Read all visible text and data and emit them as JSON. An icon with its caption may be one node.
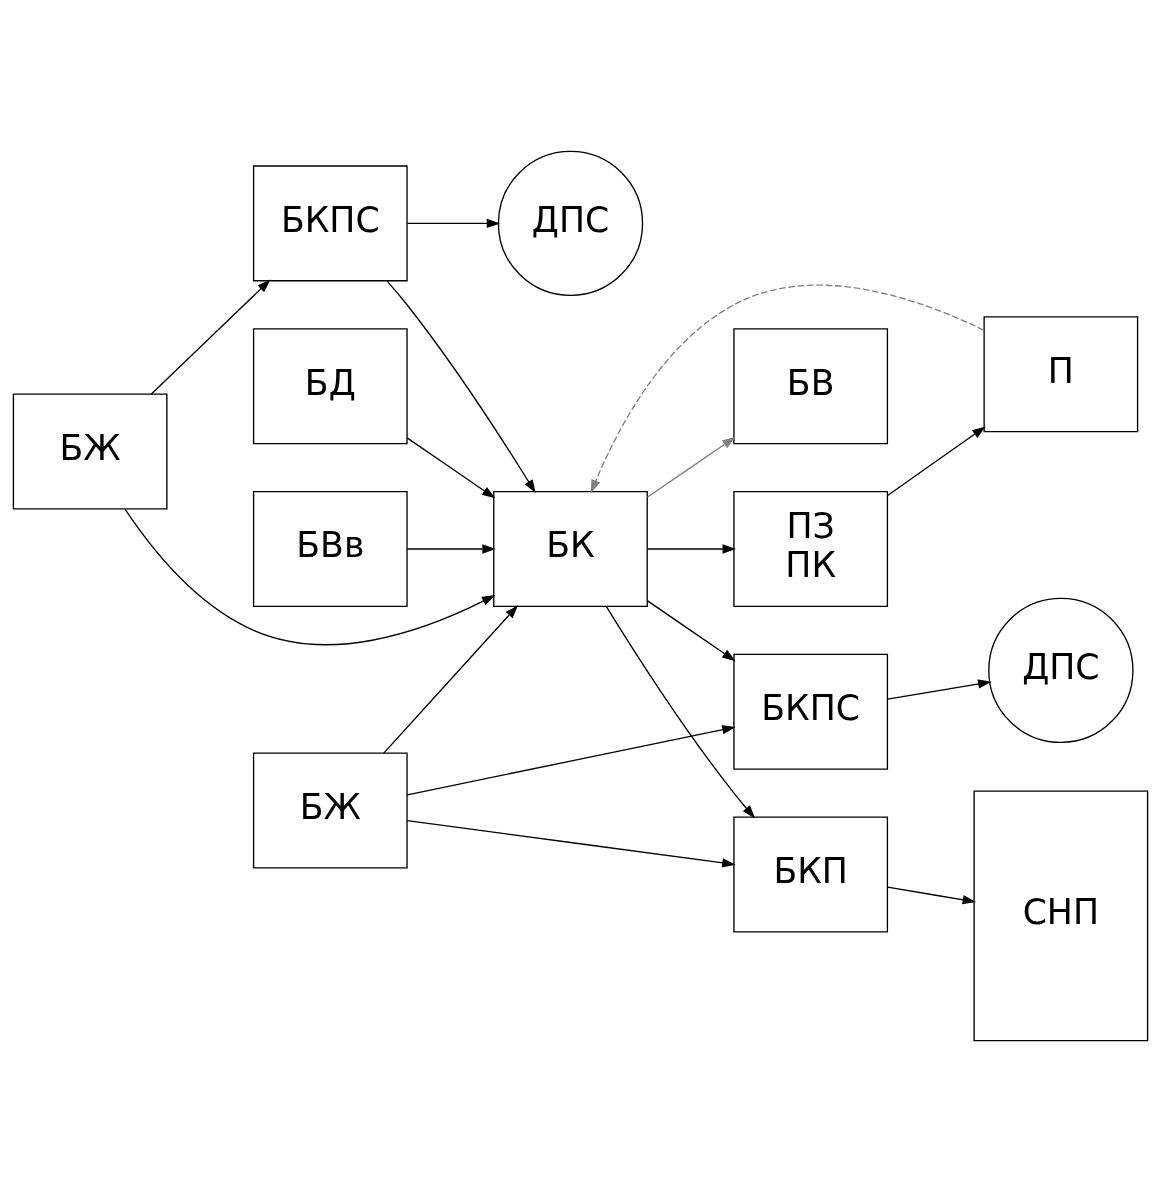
{
  "diagram": {
    "nodes": [
      {
        "text": [
          "БКПС"
        ]
      },
      {
        "text": [
          "ДПС"
        ]
      },
      {
        "text": [
          "П"
        ]
      },
      {
        "text": [
          "БВ"
        ]
      },
      {
        "text": [
          "БЖ"
        ]
      },
      {
        "text": [
          "ПЗ",
          "ПК"
        ]
      },
      {
        "text": [
          "БКПС"
        ]
      },
      {
        "text": [
          "ДПС"
        ]
      },
      {
        "text": [
          "БК"
        ]
      },
      {
        "text": [
          "БЖ"
        ]
      },
      {
        "text": [
          "СНП"
        ]
      },
      {
        "text": [
          "БД"
        ]
      },
      {
        "text": [
          "БВв"
        ]
      },
      {
        "text": [
          "БКП"
        ]
      }
    ],
    "edges": [
      {
        "from": 0,
        "to": 1,
        "arrow": "to"
      },
      {
        "from": 4,
        "to": 0,
        "arrow": "to"
      },
      {
        "from": 0,
        "to": 8,
        "arrow": "to"
      },
      {
        "from": 4,
        "to": 8,
        "arrow": "to"
      },
      {
        "from": 5,
        "to": 2,
        "arrow": "to"
      },
      {
        "from": 8,
        "to": 3,
        "arrow": "to",
        "color": "#808080"
      },
      {
        "from": 8,
        "to": 5,
        "arrow": "to"
      },
      {
        "from": 8,
        "to": 6,
        "arrow": "to"
      },
      {
        "from": 6,
        "to": 7,
        "arrow": "to"
      },
      {
        "from": 9,
        "to": 6,
        "arrow": "to"
      },
      {
        "from": 9,
        "to": 8,
        "arrow": "to"
      },
      {
        "from": 9,
        "to": 13,
        "arrow": "to"
      },
      {
        "from": 8,
        "to": 13,
        "arrow": "to"
      },
      {
        "from": 13,
        "to": 10,
        "arrow": "to"
      },
      {
        "from": 11,
        "to": 8,
        "arrow": "to"
      },
      {
        "from": 12,
        "to": 8,
        "arrow": "to"
      },
      {
        "from": 2,
        "to": 8,
        "arrow": "to",
        "style": "dashed",
        "color": "#808080"
      }
    ]
  }
}
